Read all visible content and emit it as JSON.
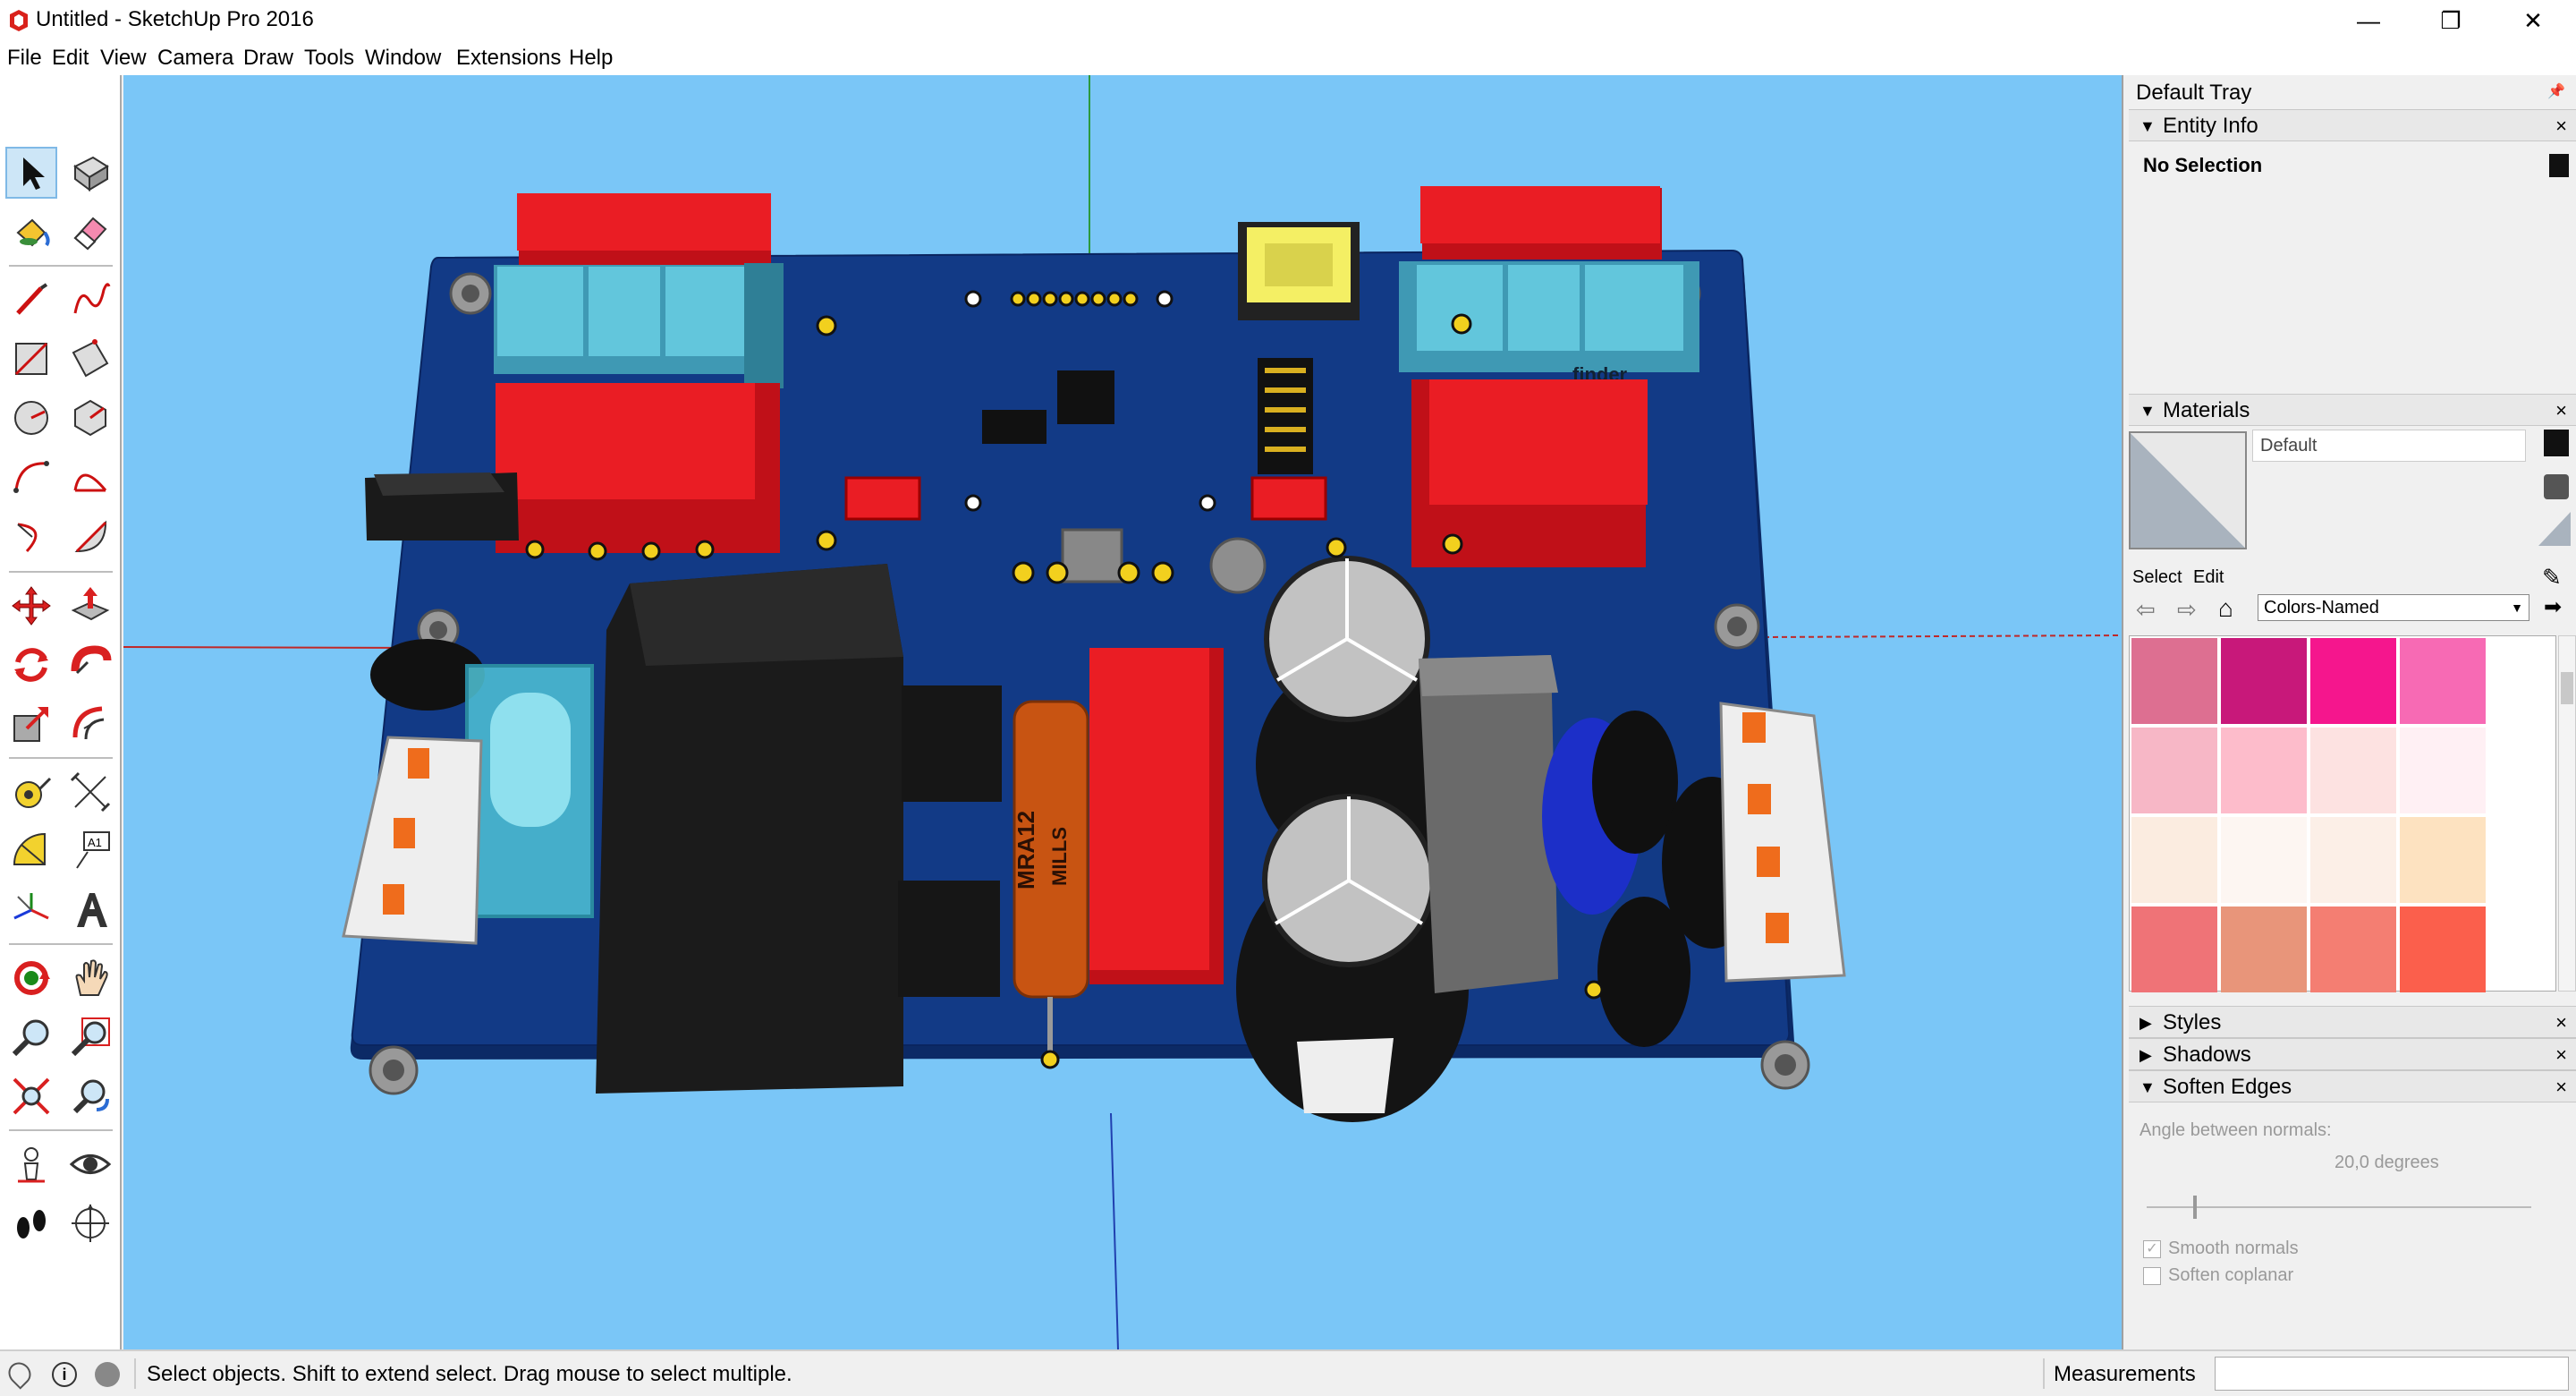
{
  "window": {
    "title": "Untitled - SketchUp Pro 2016",
    "minimize": "—",
    "restore": "❐",
    "close": "✕"
  },
  "menu": [
    "File",
    "Edit",
    "View",
    "Camera",
    "Draw",
    "Tools",
    "Window",
    "Extensions",
    "Help"
  ],
  "model_labels": {
    "resistor_line1": "MRA12",
    "resistor_line2": "MILLS",
    "relay_brand": "finder"
  },
  "tray": {
    "title": "Default Tray",
    "entity_info": {
      "title": "Entity Info",
      "selection": "No Selection"
    },
    "materials": {
      "title": "Materials",
      "material_name": "Default",
      "tab_select": "Select",
      "tab_edit": "Edit",
      "library": "Colors-Named",
      "swatches": [
        "#dd6f91",
        "#c8187a",
        "#f5168d",
        "#f76ab4",
        "#f7b7c6",
        "#fdbccb",
        "#fde2e1",
        "#fff0f4",
        "#fbece0",
        "#fdf6f2",
        "#fcefe7",
        "#fde2c0",
        "#ef7377",
        "#e8957a",
        "#f47e72",
        "#fb5f4c"
      ]
    },
    "styles": {
      "title": "Styles"
    },
    "shadows": {
      "title": "Shadows"
    },
    "soften_edges": {
      "title": "Soften Edges",
      "angle_label": "Angle between normals:",
      "angle_value": "20,0  degrees",
      "smooth_normals": "Smooth normals",
      "soften_coplanar": "Soften coplanar"
    }
  },
  "status": {
    "message": "Select objects. Shift to extend select. Drag mouse to select multiple.",
    "measurements_label": "Measurements"
  },
  "colors": {
    "viewport": "#7ac6f7",
    "board": "#123a86",
    "relay_red": "#ea1d24",
    "relay_cyan": "#62c6dc"
  }
}
